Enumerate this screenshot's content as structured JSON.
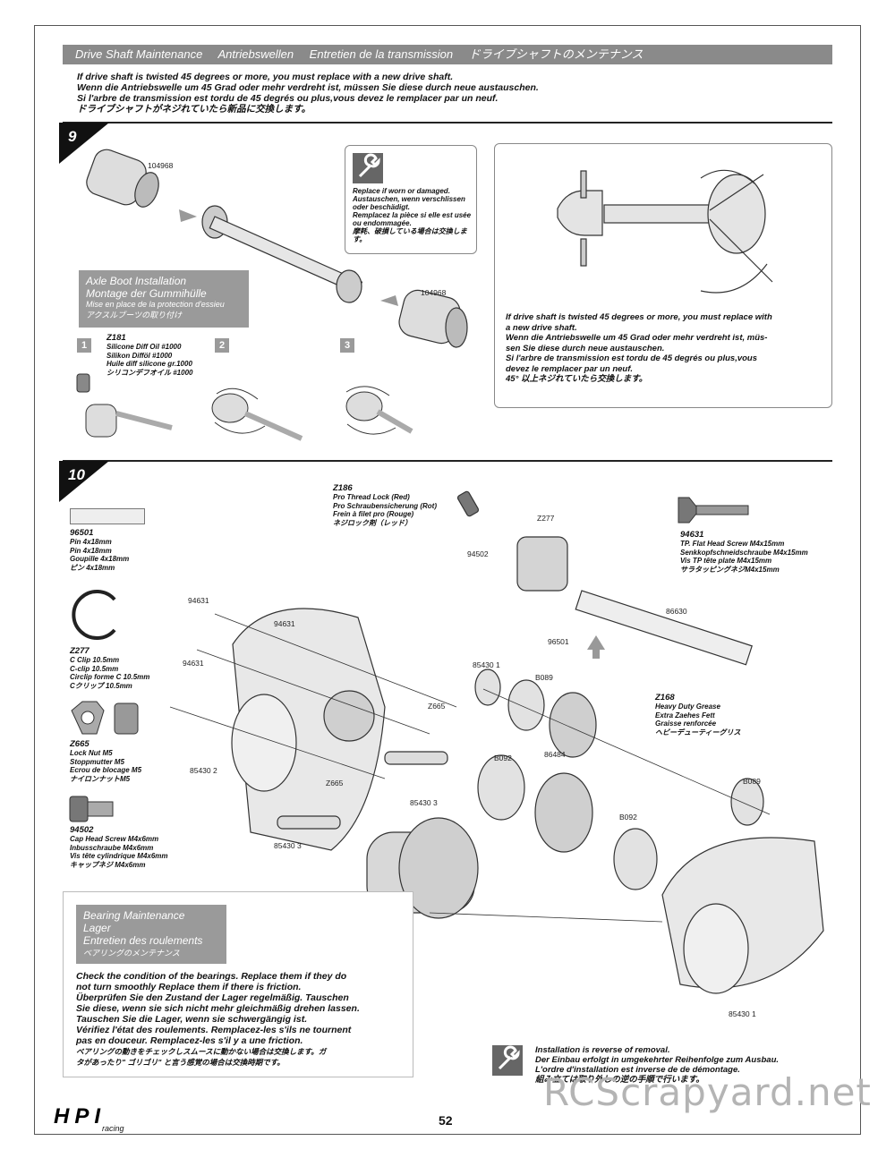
{
  "header": {
    "items": [
      "Drive Shaft Maintenance",
      "Antriebswellen",
      "Entretien de la transmission",
      "ドライブシャフトのメンテナンス"
    ]
  },
  "warning": {
    "lines": [
      "If drive shaft is twisted 45 degrees or more, you must replace with a new drive shaft.",
      "Wenn die Antriebswelle um 45 Grad oder mehr verdreht ist, müssen Sie diese durch neue austauschen.",
      "Si l'arbre de transmission est tordu de 45 degrés ou plus,vous devez le remplacer par un neuf.",
      "ドライブシャフトがネジれていたら新品に交換します。"
    ]
  },
  "step9": {
    "number": "9",
    "part_top": "104968",
    "part_bottom": "104968",
    "replace_note": [
      "Replace if worn or damaged.",
      "Austauschen, wenn verschlissen oder beschädigt.",
      "Remplacez la pièce si elle est usée ou endommagée.",
      "摩耗、破損している場合は交換します。"
    ],
    "axle_boot": {
      "lines": [
        "Axle Boot Installation",
        "Montage der Gummihülle",
        "Mise en place de la protection d'essieu",
        "アクスルブーツの取り付け"
      ]
    },
    "oil": {
      "code": "Z181",
      "lines": [
        "Silicone Diff Oil #1000",
        "Silikon Difföl #1000",
        "Huile diff silicone gr.1000",
        "シリコンデフオイル #1000"
      ]
    },
    "sub_steps": [
      "1",
      "2",
      "3"
    ],
    "twist_note": [
      "If drive shaft is twisted 45 degrees or more, you must replace with",
      "a new drive shaft.",
      "Wenn die Antriebswelle um 45 Grad oder mehr verdreht ist, müs-",
      "sen Sie diese durch neue austauschen.",
      "Si l'arbre de transmission est tordu de 45 degrés ou plus,vous",
      "devez le remplacer par un neuf.",
      "45° 以上ネジれていたら交換します。"
    ]
  },
  "step10": {
    "number": "10",
    "parts_left": [
      {
        "code": "96501",
        "lines": [
          "Pin 4x18mm",
          "Pin 4x18mm",
          "Goupille 4x18mm",
          "ピン 4x18mm"
        ]
      },
      {
        "code": "Z277",
        "lines": [
          "C Clip 10.5mm",
          "C-clip 10.5mm",
          "Circlip forme C 10.5mm",
          "Cクリップ 10.5mm"
        ]
      },
      {
        "code": "Z665",
        "lines": [
          "Lock Nut M5",
          "Stoppmutter M5",
          "Ecrou de blocage M5",
          "ナイロンナットM5"
        ]
      },
      {
        "code": "94502",
        "lines": [
          "Cap Head Screw M4x6mm",
          "Inbusschraube M4x6mm",
          "Vis tête cylindrique M4x6mm",
          "キャップネジ M4x6mm"
        ]
      }
    ],
    "threadlock": {
      "code": "Z186",
      "lines": [
        "Pro Thread Lock (Red)",
        "Pro Schraubensicherung (Rot)",
        "Frein à filet pro (Rouge)",
        "ネジロック剤（レッド）"
      ]
    },
    "screw": {
      "code": "94631",
      "lines": [
        "TP. Flat Head Screw M4x15mm",
        "Senkkopfschneidschraube M4x15mm",
        "Vis TP tête plate M4x15mm",
        "サラタッピングネジM4x15mm"
      ]
    },
    "grease": {
      "code": "Z168",
      "lines": [
        "Heavy Duty Grease",
        "Extra Zaehes Fett",
        "Graisse renforcée",
        "ヘビーデューティーグリス"
      ]
    },
    "labels": {
      "z277": "Z277",
      "p94502": "94502",
      "p96501": "96501",
      "p86630": "86630",
      "p94631a": "94631",
      "p94631b": "94631",
      "p94631c": "94631",
      "p85430a": "85430",
      "p85430b": "85430",
      "p85430c": "85430",
      "p85430d": "85430",
      "p85430e": "85430",
      "b089a": "B089",
      "b089b": "B089",
      "b092a": "B092",
      "b092b": "B092",
      "z665a": "Z665",
      "z665b": "Z665",
      "p86484": "86484",
      "c1": "1",
      "c2": "2",
      "c3": "3"
    },
    "bearing": {
      "title": [
        "Bearing Maintenance",
        "Lager",
        "Entretien des roulements",
        "ベアリングのメンテナンス"
      ],
      "text": [
        "Check the condition of the bearings. Replace them if they do",
        "not turn smoothly Replace them if there is friction.",
        "Überprüfen Sie den Zustand der Lager regelmäßig. Tauschen",
        "Sie diese, wenn sie sich nicht mehr gleichmäßig drehen lassen.",
        "Tauschen Sie die Lager, wenn sie schwergängig ist.",
        "Vérifiez l'état des roulements. Remplacez-les s'ils ne tournent",
        "pas en douceur. Remplacez-les s'il y a une friction.",
        "ベアリングの動きをチェックしスムースに動かない場合は交換します。ガ",
        "タがあったり\" ゴリゴリ\" と言う感覚の場合は交換時期です。"
      ]
    },
    "install": [
      "Installation is reverse of removal.",
      "Der Einbau erfolgt in umgekehrter Reihenfolge zum Ausbau.",
      "L'ordre d'installation est inverse de de démontage.",
      "組み立ては取り外しの逆の手順で行います。"
    ]
  },
  "footer": {
    "logo": "HPI",
    "logo_sub": "racing",
    "page": "52",
    "watermark": "RCScrapyard.net"
  }
}
